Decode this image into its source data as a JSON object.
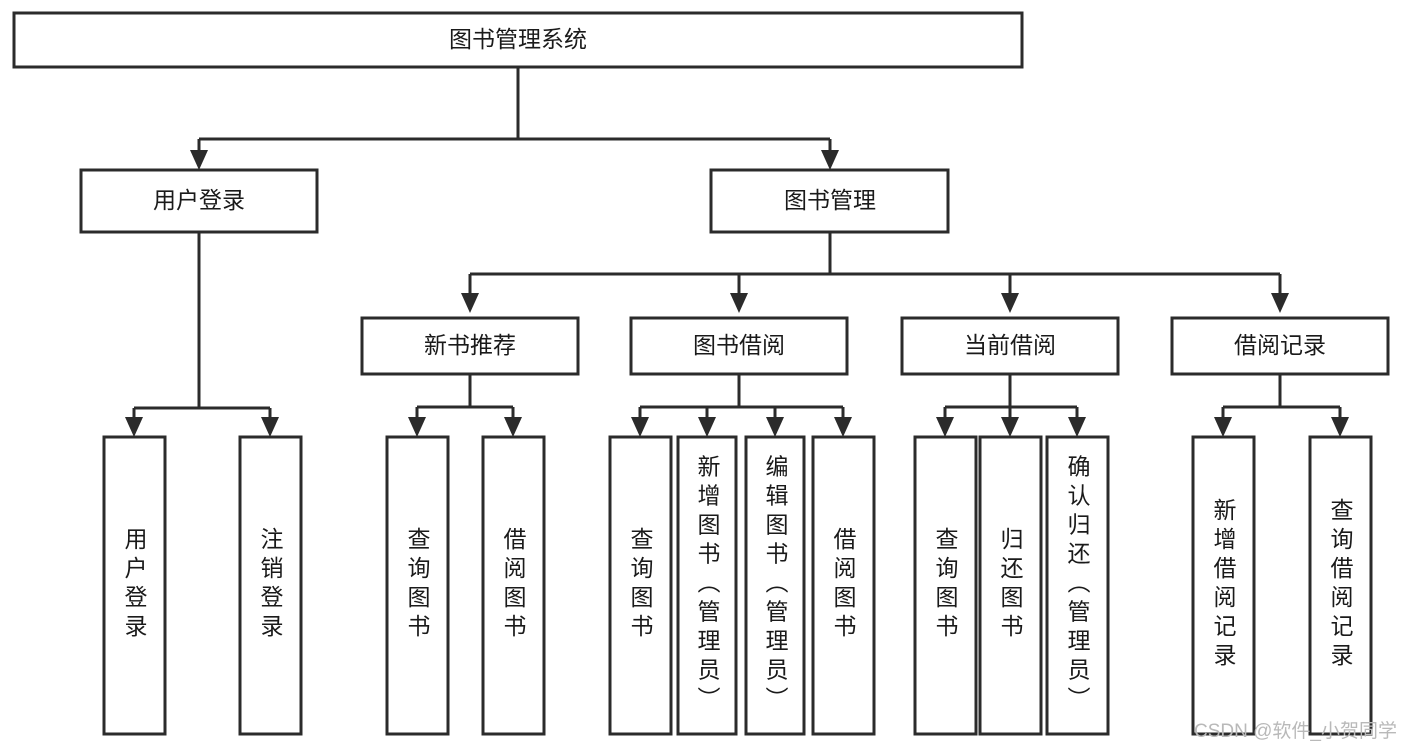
{
  "diagram": {
    "title": "图书管理系统",
    "type": "tree-hierarchy",
    "root": {
      "id": "root",
      "label": "图书管理系统",
      "level": 1
    },
    "level2": [
      {
        "id": "user-login",
        "label": "用户登录"
      },
      {
        "id": "book-management",
        "label": "图书管理"
      }
    ],
    "level3": [
      {
        "id": "new-book-recommend",
        "label": "新书推荐",
        "parent": "book-management"
      },
      {
        "id": "book-borrow",
        "label": "图书借阅",
        "parent": "book-management"
      },
      {
        "id": "current-borrow",
        "label": "当前借阅",
        "parent": "book-management"
      },
      {
        "id": "borrow-record",
        "label": "借阅记录",
        "parent": "book-management"
      }
    ],
    "leaves": {
      "user-login": [
        {
          "id": "leaf-user-login",
          "label": "用户登录"
        },
        {
          "id": "leaf-user-logout",
          "label": "注销登录"
        }
      ],
      "new-book-recommend": [
        {
          "id": "leaf-query-book-1",
          "label": "查询图书"
        },
        {
          "id": "leaf-borrow-book-1",
          "label": "借阅图书"
        }
      ],
      "book-borrow": [
        {
          "id": "leaf-query-book-2",
          "label": "查询图书"
        },
        {
          "id": "leaf-add-book",
          "label": "新增图书（管理员）"
        },
        {
          "id": "leaf-edit-book",
          "label": "编辑图书（管理员）"
        },
        {
          "id": "leaf-borrow-book-2",
          "label": "借阅图书"
        }
      ],
      "current-borrow": [
        {
          "id": "leaf-query-book-3",
          "label": "查询图书"
        },
        {
          "id": "leaf-return-book",
          "label": "归还图书"
        },
        {
          "id": "leaf-confirm-return",
          "label": "确认归还（管理员）"
        }
      ],
      "borrow-record": [
        {
          "id": "leaf-add-record",
          "label": "新增借阅记录"
        },
        {
          "id": "leaf-query-record",
          "label": "查询借阅记录"
        }
      ]
    },
    "colors": {
      "stroke": "#2b2b2b",
      "fill": "#ffffff",
      "text": "#1a1a1a",
      "watermark": "#b9b9b9",
      "background": "#ffffff"
    }
  },
  "watermark": {
    "text": "CSDN @软件_小贺同学"
  }
}
